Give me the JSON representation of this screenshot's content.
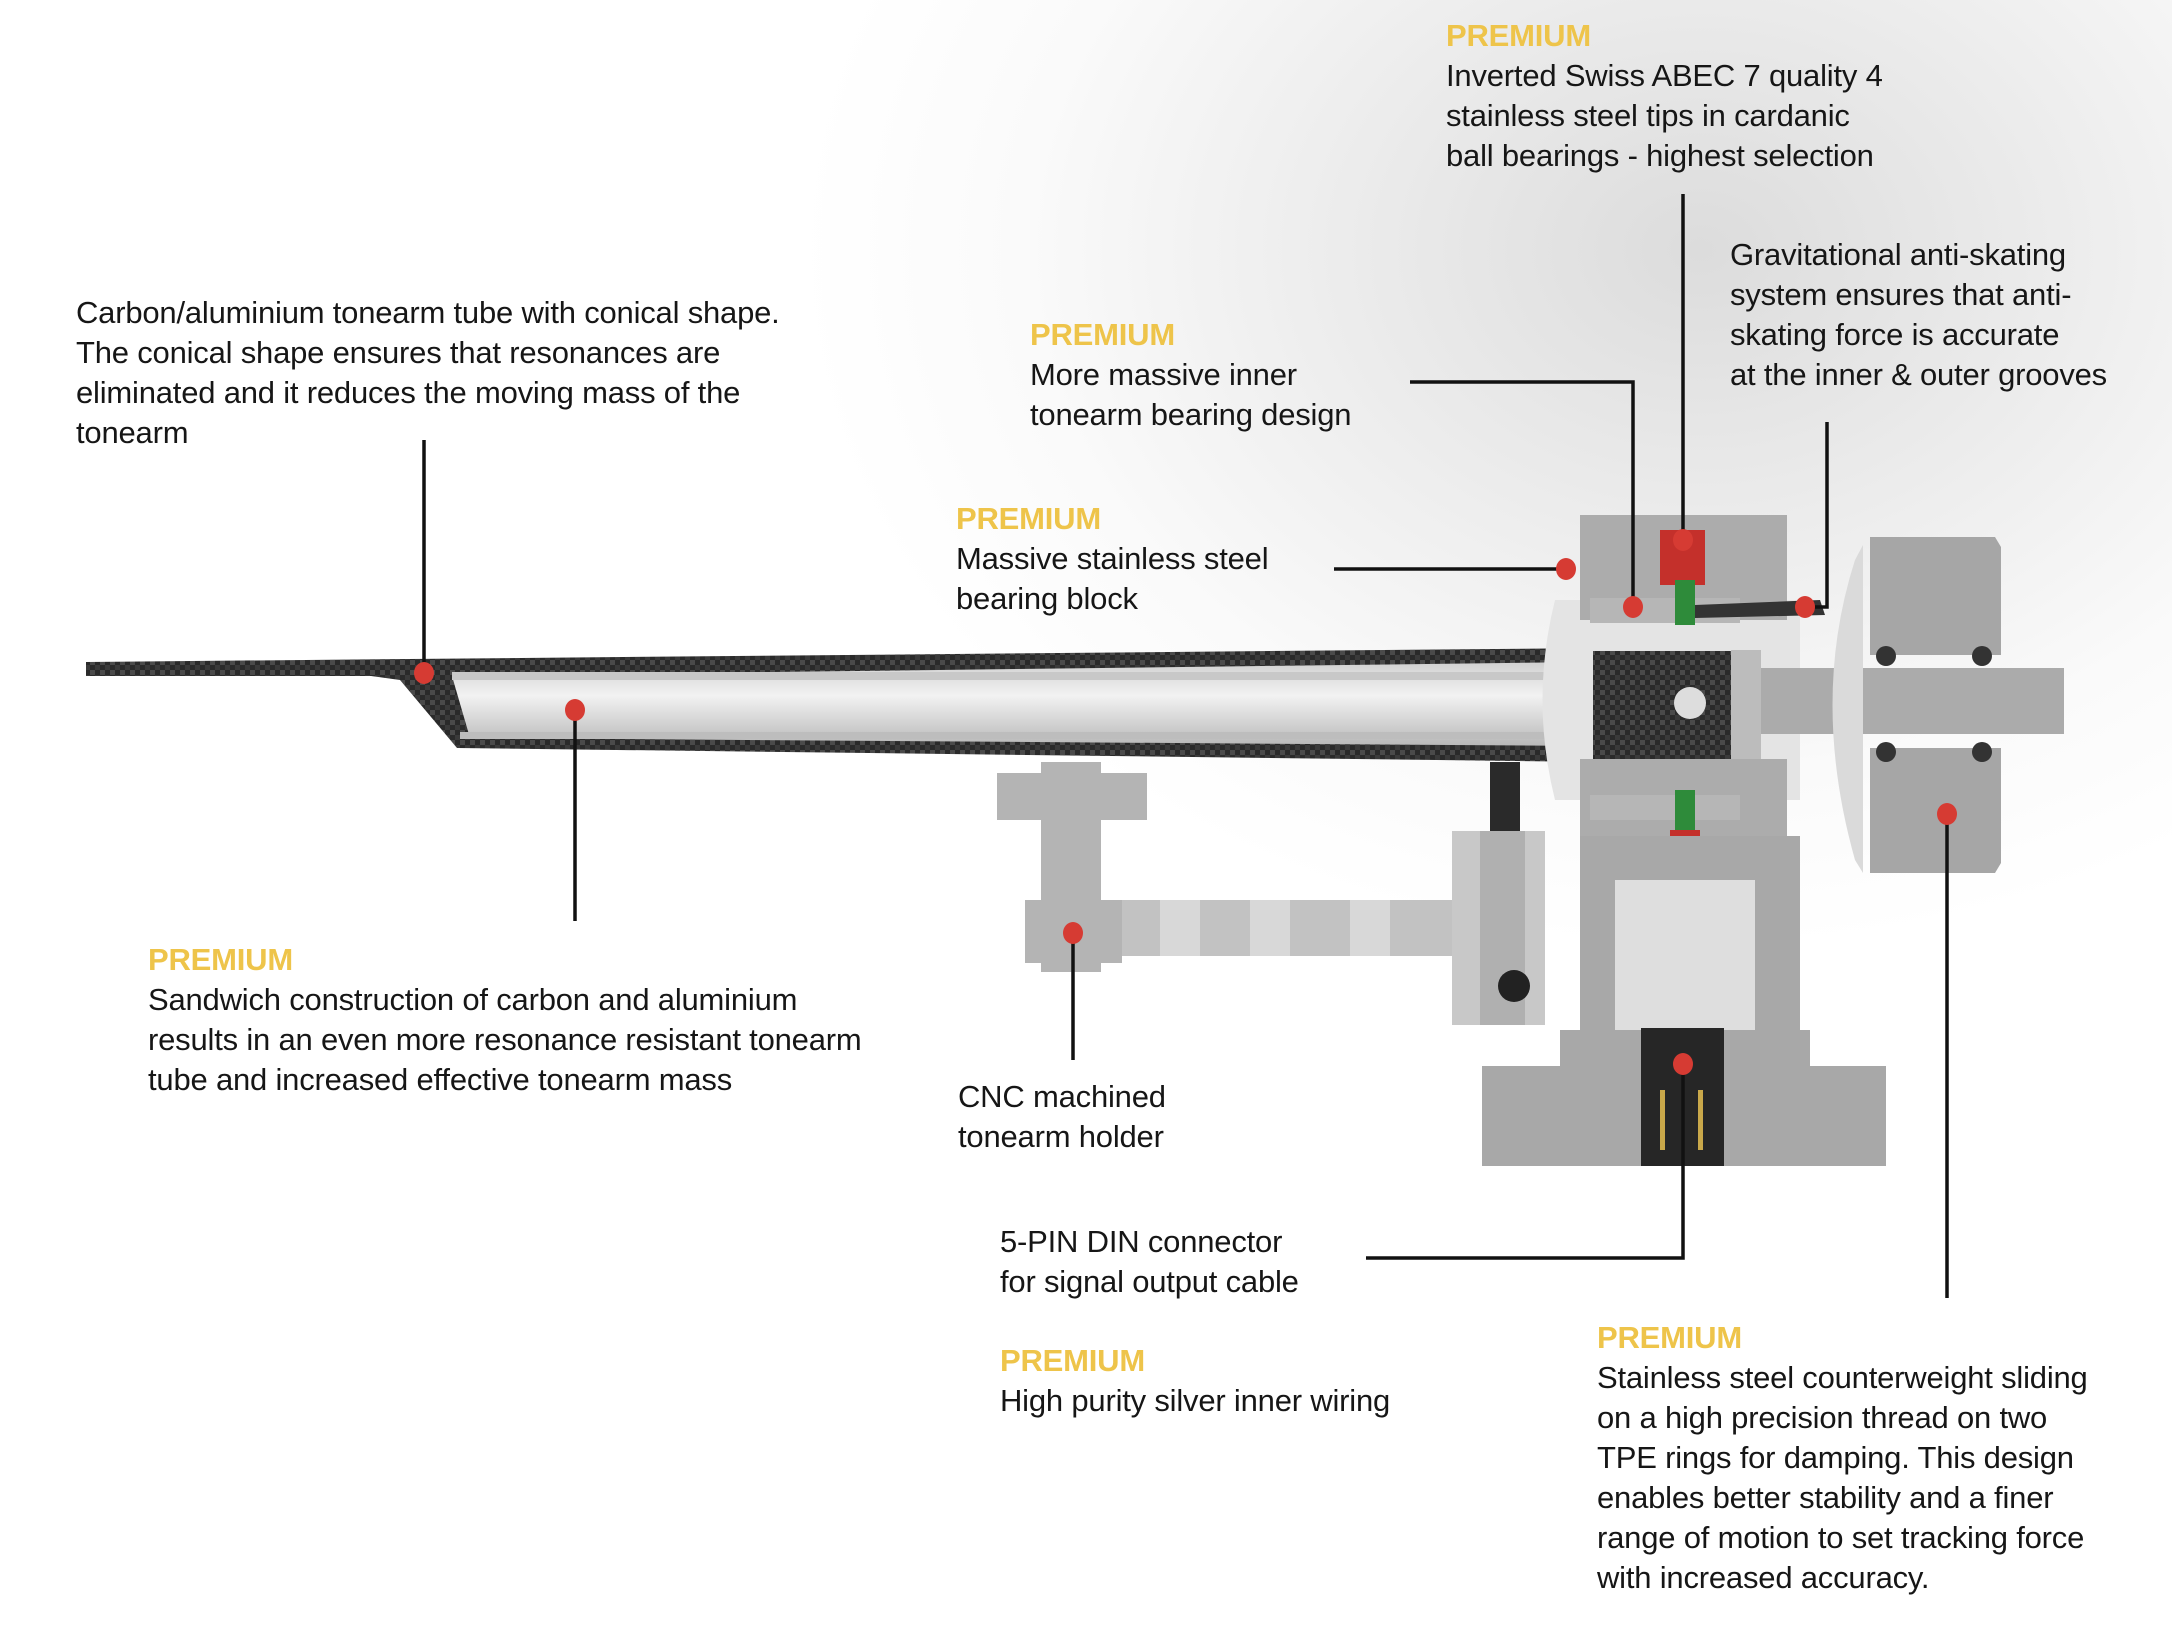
{
  "premium_label": "PREMIUM",
  "colors": {
    "accent": "#eec44a",
    "marker": "#d63b33",
    "leader": "#111111"
  },
  "callouts": {
    "bearings": {
      "premium": true,
      "lines": [
        "Inverted Swiss ABEC 7 quality 4",
        "stainless steel tips in cardanic",
        "ball bearings - highest selection"
      ]
    },
    "tube": {
      "premium": false,
      "lines": [
        "Carbon/aluminium tonearm tube with conical shape.",
        "The conical shape ensures that resonances are",
        "eliminated and it reduces the moving mass of the",
        "tonearm"
      ]
    },
    "inner_bearing": {
      "premium": true,
      "lines": [
        "More massive inner",
        "tonearm bearing design"
      ]
    },
    "anti_skating": {
      "premium": false,
      "lines": [
        "Gravitational anti-skating",
        "system ensures that anti-",
        "skating force is accurate",
        "at the inner & outer grooves"
      ]
    },
    "bearing_block": {
      "premium": true,
      "lines": [
        "Massive stainless steel",
        "bearing block"
      ]
    },
    "sandwich": {
      "premium": true,
      "lines": [
        "Sandwich construction of carbon and aluminium",
        "results in an even more resonance resistant tonearm",
        "tube and increased effective tonearm mass"
      ]
    },
    "holder": {
      "premium": false,
      "lines": [
        "CNC machined",
        "tonearm holder"
      ]
    },
    "din": {
      "premium": false,
      "lines": [
        "5-PIN DIN connector",
        "for signal output cable"
      ]
    },
    "wiring": {
      "premium": true,
      "lines": [
        "High purity silver inner wiring"
      ]
    },
    "counterweight": {
      "premium": true,
      "lines": [
        "Stainless steel counterweight sliding",
        "on a high precision thread on two",
        "TPE rings for damping. This design",
        "enables better stability and a finer",
        "range of motion to set tracking force",
        "with increased accuracy."
      ]
    }
  }
}
